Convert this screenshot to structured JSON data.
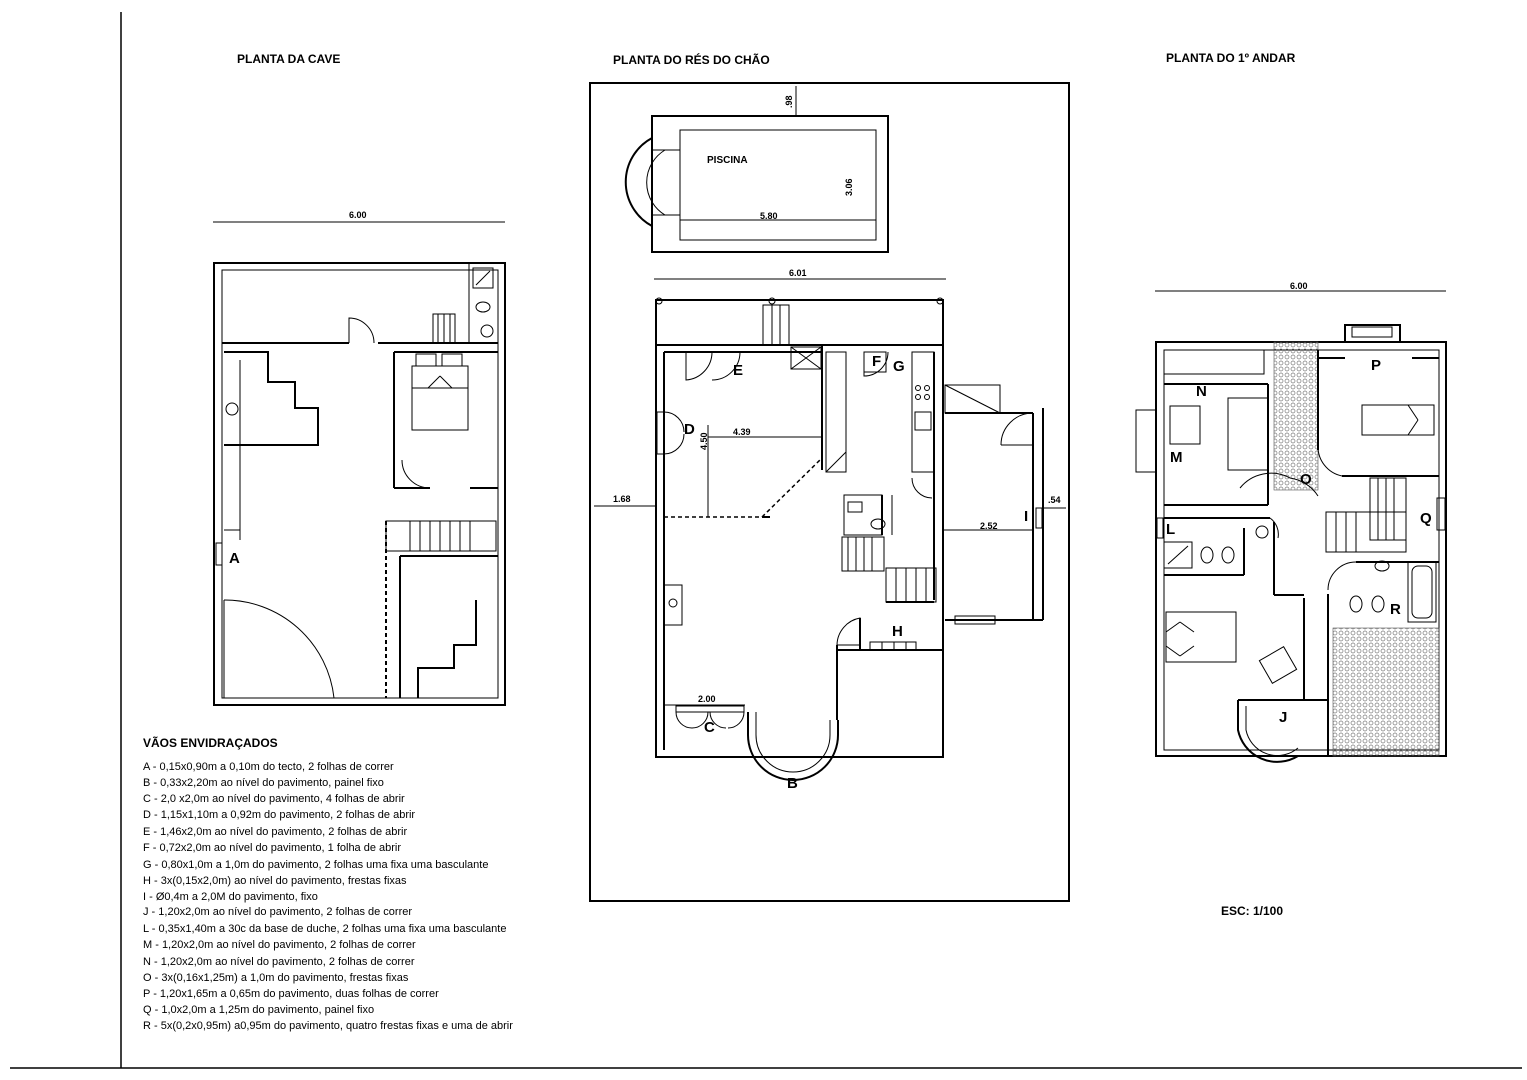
{
  "titles": {
    "cave": "PLANTA DA  CAVE",
    "res_do_chao": "PLANTA DO RÉS DO CHÃO",
    "primeiro_andar": "PLANTA DO 1º ANDAR"
  },
  "dimensions": {
    "cave_width": "6.00",
    "pool_top": ".98",
    "pool_length": "5.80",
    "pool_width": "3.06",
    "rc_width": "6.01",
    "rc_left": "1.68",
    "rc_right": ".54",
    "rc_d_height": "4.50",
    "rc_room_width": "4.39",
    "rc_garage": "2.52",
    "rc_c_width": "2.00",
    "andar_width": "6.00"
  },
  "room_labels": {
    "piscina": "PISCINA"
  },
  "openings": {
    "A": "A",
    "B": "B",
    "C": "C",
    "D": "D",
    "E": "E",
    "F": "F",
    "G": "G",
    "H": "H",
    "I": "I",
    "J": "J",
    "L": "L",
    "M": "M",
    "N": "N",
    "O": "O",
    "P": "P",
    "Q": "Q",
    "R": "R"
  },
  "legend": {
    "title": "VÃOS ENVIDRAÇADOS",
    "items": [
      "A - 0,15x0,90m a 0,10m do tecto, 2 folhas de correr",
      "B - 0,33x2,20m ao nível do pavimento, painel fixo",
      "C - 2,0 x2,0m ao nível do pavimento, 4 folhas de abrir",
      "D - 1,15x1,10m a 0,92m do pavimento, 2 folhas de abrir",
      "E - 1,46x2,0m ao nível do pavimento, 2 folhas de abrir",
      "F - 0,72x2,0m ao nível do pavimento, 1 folha de abrir",
      "G - 0,80x1,0m a 1,0m do pavimento, 2 folhas uma fixa uma basculante",
      "H - 3x(0,15x2,0m) ao nível do pavimento, frestas fixas",
      "I - Ø0,4m a 2,0M do pavimento, fixo",
      "J - 1,20x2,0m ao nível do pavimento, 2 folhas de correr",
      "L - 0,35x1,40m a 30c da base de duche, 2 folhas uma fixa uma basculante",
      "M - 1,20x2,0m ao nível do pavimento, 2 folhas de correr",
      "N - 1,20x2,0m ao nível do pavimento, 2 folhas de correr",
      "O - 3x(0,16x1,25m) a 1,0m do pavimento, frestas fixas",
      "P - 1,20x1,65m a 0,65m do pavimento, duas folhas de correr",
      "Q - 1,0x2,0m a 1,25m do pavimento, painel fixo",
      "R - 5x(0,2x0,95m) a0,95m do pavimento, quatro frestas fixas e uma de abrir"
    ]
  },
  "scale": "ESC: 1/100"
}
